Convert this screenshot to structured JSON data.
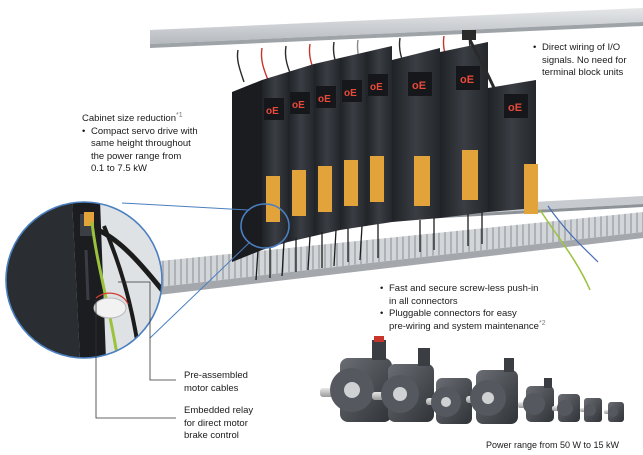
{
  "captions": {
    "cabinet": {
      "title": "Cabinet size reduction",
      "title_note": "*1",
      "bullet_line1": "Compact servo drive with",
      "bullet_line2": "same height throughout",
      "bullet_line3": "the power range from",
      "bullet_line4": "0.1 to 7.5 kW"
    },
    "io": {
      "line1": "Direct wiring of I/O",
      "line2": "signals. No need for",
      "line3": "terminal block units"
    },
    "connectors": {
      "bullet1_line1": "Fast and secure screw-less push-in",
      "bullet1_line2": "in all connectors",
      "bullet2_line1": "Pluggable connectors for easy",
      "bullet2_line2": "pre-wiring and system maintenance",
      "bullet2_note": "*2"
    },
    "cables": {
      "line1": "Pre-assembled",
      "line2": "motor cables"
    },
    "relay": {
      "line1": "Embedded relay",
      "line2": "for direct motor",
      "line3": "brake control"
    },
    "power": {
      "text": "Power range from 50 W to 15 kW"
    }
  },
  "drive_display": {
    "text": "oE"
  },
  "colors": {
    "drive_body": "#2b2e33",
    "drive_dark": "#1c1e22",
    "connector": "#e2a33a",
    "rail": "#c9ccd0",
    "callout_ring": "#4a7fc0",
    "motor_body": "#4a4d52",
    "green_yellow_wire": "#9ac23c"
  },
  "icons": [
    "servo-drive-icon",
    "servo-motor-icon",
    "din-rail-icon"
  ]
}
